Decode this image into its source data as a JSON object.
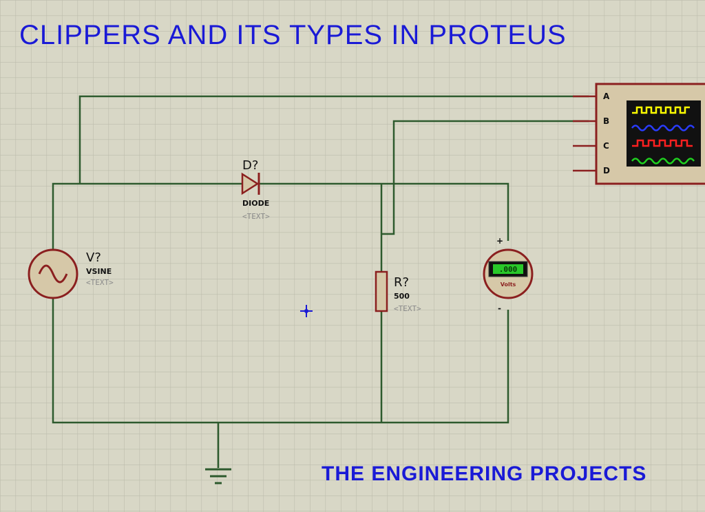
{
  "title": "CLIPPERS AND ITS TYPES IN PROTEUS",
  "footer": "THE ENGINEERING PROJECTS",
  "source": {
    "ref": "V?",
    "value": "VSINE",
    "text": "<TEXT>"
  },
  "diode": {
    "ref": "D?",
    "value": "DIODE",
    "text": "<TEXT>"
  },
  "resistor": {
    "ref": "R?",
    "value": "500",
    "text": "<TEXT>"
  },
  "voltmeter": {
    "plus": "+",
    "minus": "-",
    "unit": "Volts",
    "display": ".000"
  },
  "oscilloscope": {
    "channels": [
      "A",
      "B",
      "C",
      "D"
    ]
  },
  "colors": {
    "background": "#d8d7c6",
    "grid": "#bcbcac",
    "wire": "#2d5a2d",
    "component": "#8b1f1f",
    "title": "#1a1ad6"
  }
}
